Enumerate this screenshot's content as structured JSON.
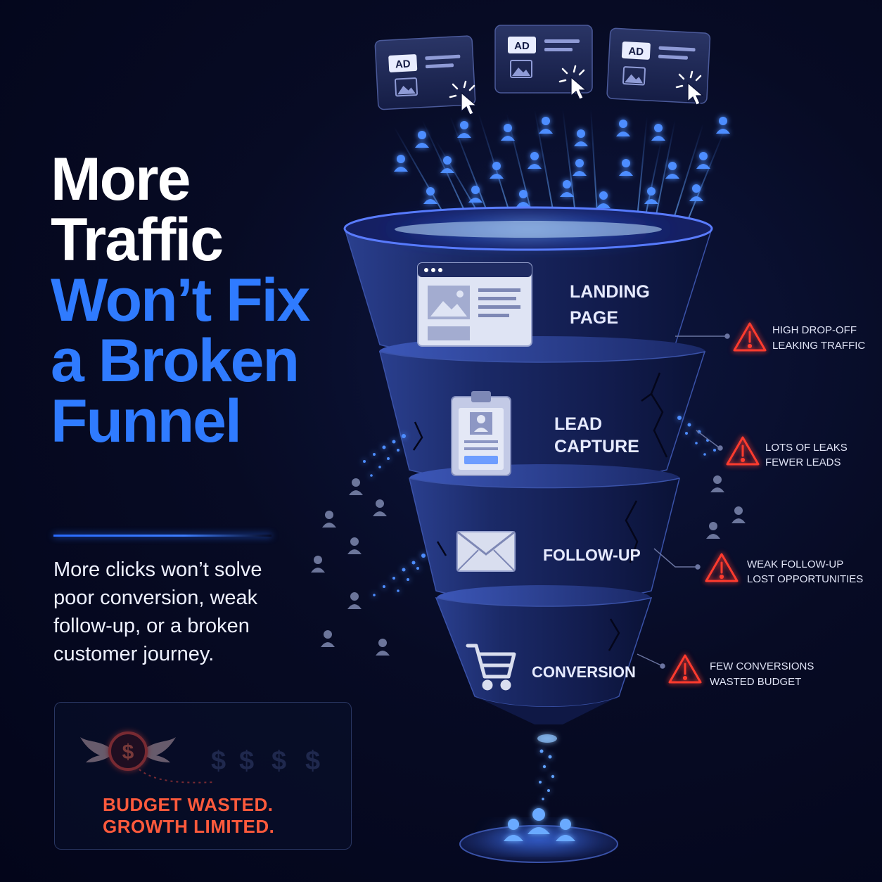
{
  "headline": {
    "line1": "More",
    "line2": "Traffic",
    "line3": "Won’t Fix",
    "line4": "a Broken",
    "line5": "Funnel"
  },
  "subtext": "More clicks won’t solve poor conversion, weak follow-up, or a broken customer journey.",
  "ads": [
    {
      "label": "AD"
    },
    {
      "label": "AD"
    },
    {
      "label": "AD"
    }
  ],
  "stages": [
    {
      "line1": "LANDING",
      "line2": "PAGE",
      "icon": "webpage-icon"
    },
    {
      "line1": "LEAD",
      "line2": "CAPTURE",
      "icon": "clipboard-form-icon"
    },
    {
      "line1": "FOLLOW-UP",
      "line2": "",
      "icon": "envelope-icon"
    },
    {
      "line1": "CONVERSION",
      "line2": "",
      "icon": "shopping-cart-icon"
    }
  ],
  "warnings": [
    {
      "line1": "HIGH DROP-OFF",
      "line2": "LEAKING TRAFFIC"
    },
    {
      "line1": "LOTS OF LEAKS",
      "line2": "FEWER LEADS"
    },
    {
      "line1": "WEAK FOLLOW-UP",
      "line2": "LOST OPPORTUNITIES"
    },
    {
      "line1": "FEW CONVERSIONS",
      "line2": "WASTED BUDGET"
    }
  ],
  "budget": {
    "coin_symbol": "$",
    "dollar_symbols": [
      "$",
      "$",
      "$",
      "$"
    ],
    "line1": "BUDGET WASTED.",
    "line2": "GROWTH LIMITED."
  },
  "colors": {
    "accent_blue": "#2f7bff",
    "warning_red": "#ff3b2f",
    "budget_red": "#ff5a3c"
  }
}
